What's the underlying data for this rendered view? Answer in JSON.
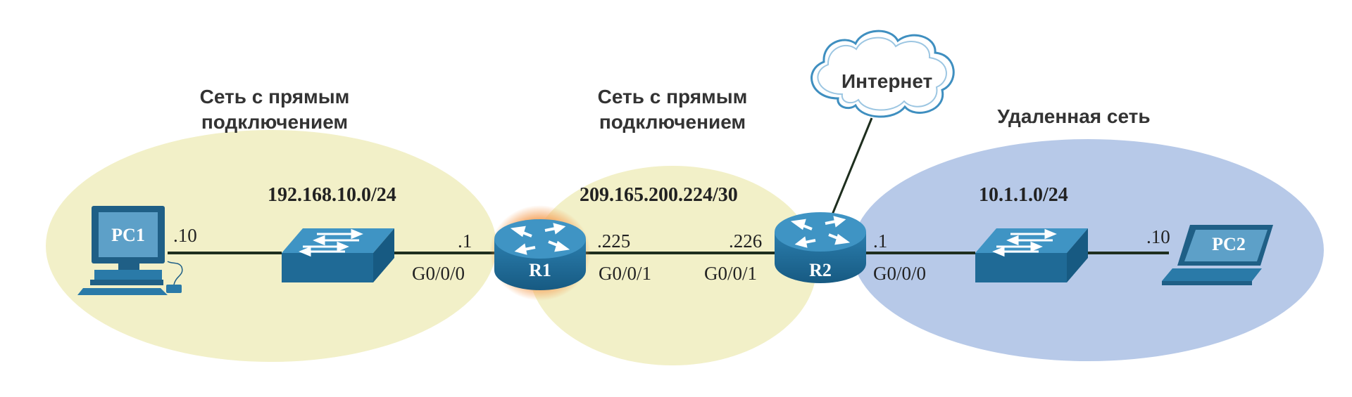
{
  "zones": {
    "left_title": [
      "Сеть с прямым",
      "подключением"
    ],
    "middle_title": [
      "Сеть с прямым",
      "подключением"
    ],
    "right_title": "Удаленная сеть",
    "left_color": "#f2f0c8",
    "middle_color": "#f2f0c8",
    "right_color": "#b7c9e8"
  },
  "subnets": {
    "left": "192.168.10.0/24",
    "middle": "209.165.200.224/30",
    "right": "10.1.1.0/24"
  },
  "devices": {
    "pc1": {
      "label": "PC1",
      "icon": "desktop-computer-icon"
    },
    "sw1": {
      "icon": "switch-icon"
    },
    "r1": {
      "label": "R1",
      "icon": "router-icon",
      "highlight_color": "#f5a35c"
    },
    "r2": {
      "label": "R2",
      "icon": "router-icon"
    },
    "sw2": {
      "icon": "switch-icon"
    },
    "pc2": {
      "label": "PC2",
      "icon": "laptop-icon"
    },
    "cloud": {
      "label": "Интернет",
      "icon": "cloud-icon"
    }
  },
  "addresses": {
    "pc1": ".10",
    "r1_left": ".1",
    "r1_right": ".225",
    "r2_left": ".226",
    "r2_right": ".1",
    "pc2": ".10"
  },
  "interfaces": {
    "r1_left": "G0/0/0",
    "r1_right": "G0/0/1",
    "r2_left": "G0/0/1",
    "r2_right": "G0/0/0"
  },
  "colors": {
    "device_blue": "#2a7aa8",
    "device_dark": "#1f5f86",
    "link": "#1e2e1e"
  }
}
